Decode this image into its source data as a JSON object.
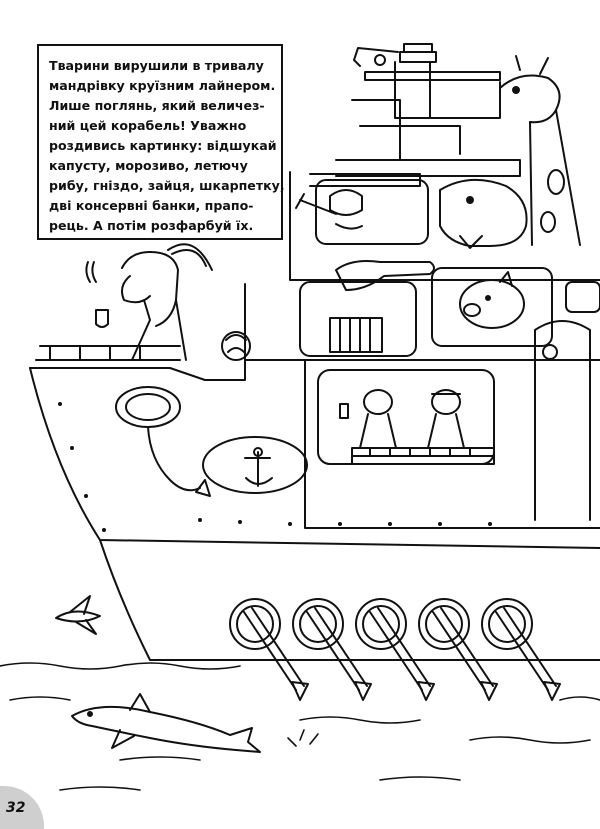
{
  "story": {
    "lines": [
      "Тварини вирушили в тривалу",
      "мандрівку круїзним лайнером.",
      "Лише поглянь, який величез-",
      "ний цей корабель! Уважно",
      "роздивись картинку: відшукай",
      "капусту, морозиво, летючу",
      "рибу, гніздо, зайця, шкарпетку,",
      "дві консервні банки, прапо-",
      "рець. А потім розфарбуй їх."
    ]
  },
  "page_number": "32",
  "illustration": {
    "subject": "cruise ship with animals coloring page",
    "line_color": "#111111",
    "page_corner_color": "#cfcfcf"
  }
}
